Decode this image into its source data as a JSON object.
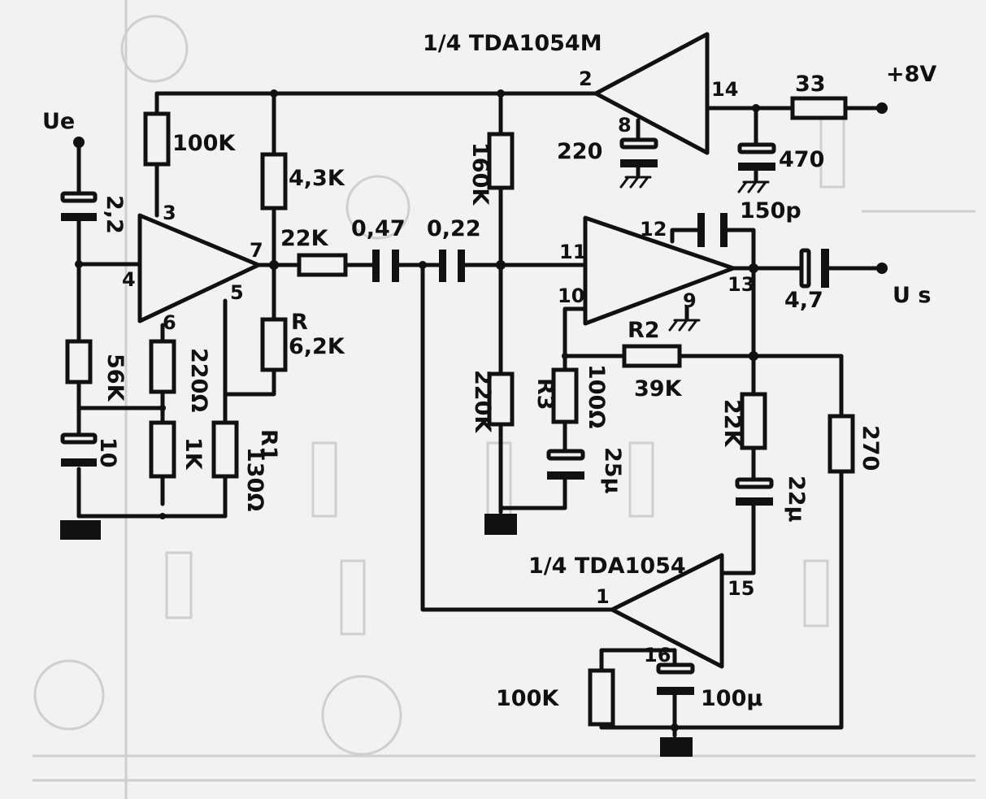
{
  "ics": {
    "top": "1/4 TDA1054M",
    "bottom": "1/4 TDA1054"
  },
  "supply": "+8V",
  "input": "Ue",
  "output": "U s",
  "pins": {
    "p2": "2",
    "p14": "14",
    "p8": "8",
    "p3": "3",
    "p4": "4",
    "p5": "5",
    "p6": "6",
    "p7": "7",
    "p11": "11",
    "p10": "10",
    "p12": "12",
    "p13": "13",
    "p9": "9",
    "p1": "1",
    "p15": "15",
    "p16": "16"
  },
  "parts": {
    "r33": "33",
    "c470": "470",
    "c220": "220",
    "r100k_a": "100K",
    "r43k": "4,3K",
    "c22_in": "2,2",
    "r22k_a": "22K",
    "c047": "0,47",
    "c022": "0,22",
    "r160k": "160K",
    "c150p": "150p",
    "c47_out": "4,7",
    "r_label": "R",
    "r62k": "6,2K",
    "r56k": "56K",
    "r220ohm": "220Ω",
    "c10": "10",
    "r1k": "1K",
    "r1_label": "R1",
    "r130ohm": "130Ω",
    "r220k": "220K",
    "r3_label": "R3",
    "r100ohm": "100Ω",
    "c25u": "25μ",
    "r2_label": "R2",
    "r39k": "39K",
    "r22k_b": "22K",
    "c22u": "22μ",
    "r270": "270",
    "r100k_b": "100K",
    "c100u": "100μ"
  }
}
